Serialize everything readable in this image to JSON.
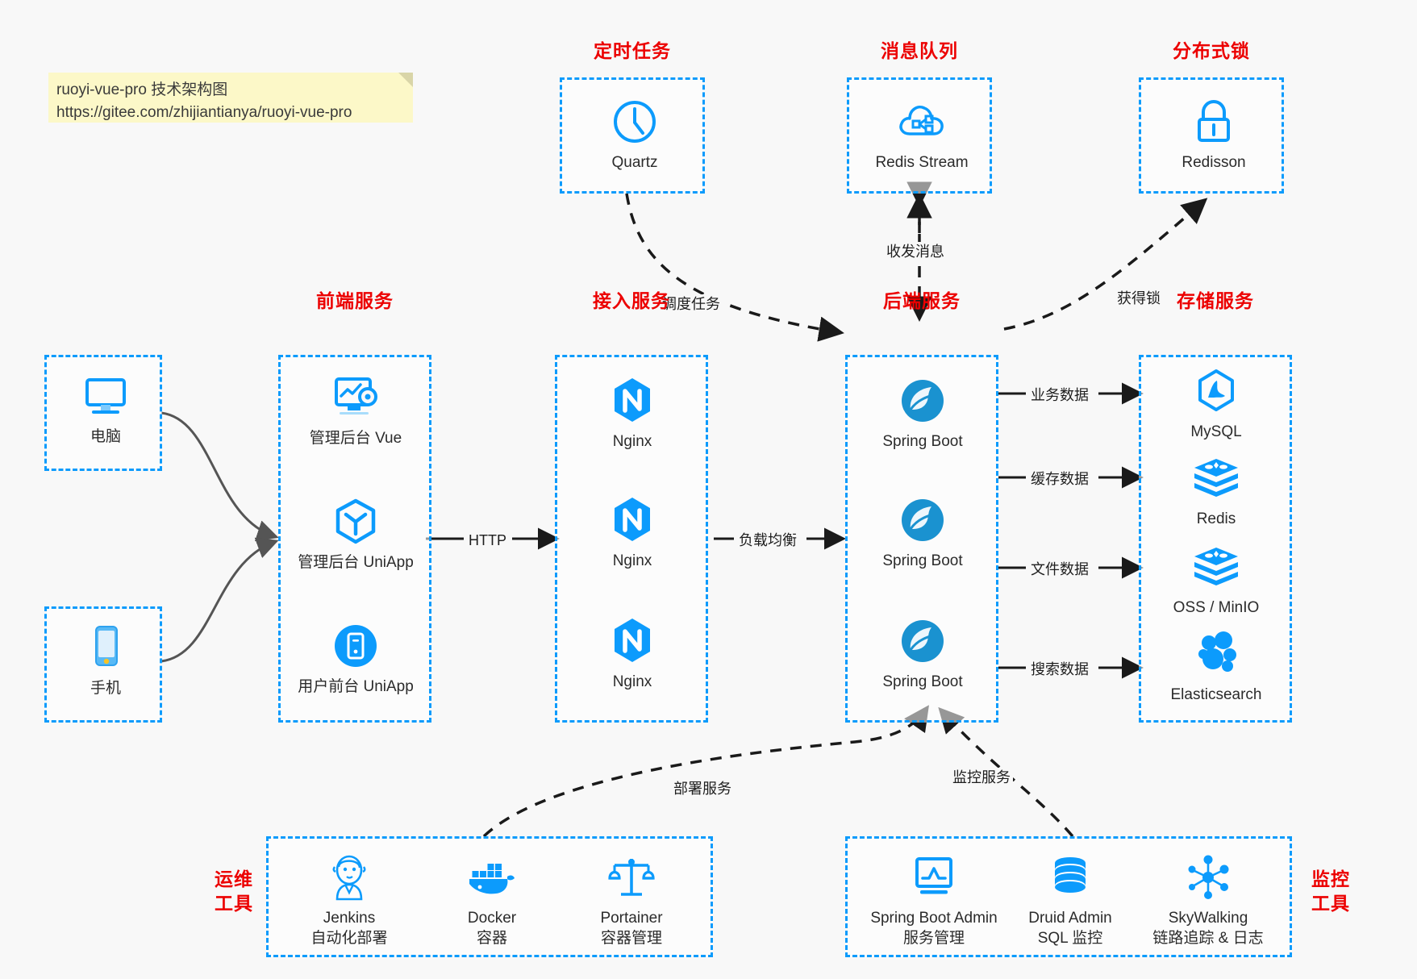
{
  "note": {
    "line1": "ruoyi-vue-pro 技术架构图",
    "line2": "https://gitee.com/zhijiantianya/ruoyi-vue-pro"
  },
  "colors": {
    "group_border": "#0c9bfc",
    "group_title": "#ec0000",
    "icon_blue": "#0c9bfc",
    "caption": "#2b2b2b",
    "note_bg": "#fcf8c8",
    "canvas_bg": "#f8f8f8",
    "arrow_solid": "#1a1a1a",
    "arrow_curve": "#555555"
  },
  "groups": {
    "scheduler": {
      "title": "定时任务",
      "nodes": [
        {
          "label": "Quartz",
          "icon": "clock-icon"
        }
      ]
    },
    "mq": {
      "title": "消息队列",
      "nodes": [
        {
          "label": "Redis Stream",
          "icon": "cloud-stream-icon"
        }
      ]
    },
    "lock": {
      "title": "分布式锁",
      "nodes": [
        {
          "label": "Redisson",
          "icon": "lock-icon"
        }
      ]
    },
    "clients": {
      "nodes": [
        {
          "label": "电脑",
          "icon": "desktop-icon"
        },
        {
          "label": "手机",
          "icon": "mobile-icon"
        }
      ]
    },
    "frontend": {
      "title": "前端服务",
      "nodes": [
        {
          "label": "管理后台 Vue",
          "icon": "dashboard-icon"
        },
        {
          "label": "管理后台 UniApp",
          "icon": "cube-icon"
        },
        {
          "label": "用户前台 UniApp",
          "icon": "app-icon"
        }
      ]
    },
    "gateway": {
      "title": "接入服务",
      "nodes": [
        {
          "label": "Nginx",
          "icon": "nginx-icon"
        },
        {
          "label": "Nginx",
          "icon": "nginx-icon"
        },
        {
          "label": "Nginx",
          "icon": "nginx-icon"
        }
      ]
    },
    "backend": {
      "title": "后端服务",
      "nodes": [
        {
          "label": "Spring Boot",
          "icon": "spring-icon"
        },
        {
          "label": "Spring Boot",
          "icon": "spring-icon"
        },
        {
          "label": "Spring Boot",
          "icon": "spring-icon"
        }
      ]
    },
    "storage": {
      "title": "存储服务",
      "nodes": [
        {
          "label": "MySQL",
          "icon": "mysql-icon"
        },
        {
          "label": "Redis",
          "icon": "redis-icon"
        },
        {
          "label": "OSS / MinIO",
          "icon": "oss-icon"
        },
        {
          "label": "Elasticsearch",
          "icon": "elasticsearch-icon"
        }
      ]
    },
    "devops": {
      "title": "运维\n工具",
      "title_lines": [
        "运维",
        "工具"
      ],
      "nodes": [
        {
          "label": "Jenkins",
          "sub": "自动化部署",
          "icon": "jenkins-icon"
        },
        {
          "label": "Docker",
          "sub": "容器",
          "icon": "docker-icon"
        },
        {
          "label": "Portainer",
          "sub": "容器管理",
          "icon": "scales-icon"
        }
      ]
    },
    "monitor": {
      "title_lines": [
        "监控",
        "工具"
      ],
      "nodes": [
        {
          "label": "Spring Boot Admin",
          "sub": "服务管理",
          "icon": "monitor-chart-icon"
        },
        {
          "label": "Druid Admin",
          "sub": "SQL 监控",
          "icon": "database-icon"
        },
        {
          "label": "SkyWalking",
          "sub": "链路追踪 & 日志",
          "icon": "skywalking-icon"
        }
      ]
    }
  },
  "edges": [
    {
      "id": "http",
      "label": "HTTP"
    },
    {
      "id": "lb",
      "label": "负载均衡"
    },
    {
      "id": "biz",
      "label": "业务数据"
    },
    {
      "id": "cache",
      "label": "缓存数据"
    },
    {
      "id": "file",
      "label": "文件数据"
    },
    {
      "id": "search",
      "label": "搜索数据"
    },
    {
      "id": "schedule",
      "label": "调度任务"
    },
    {
      "id": "message",
      "label": "收发消息"
    },
    {
      "id": "getlock",
      "label": "获得锁"
    },
    {
      "id": "deploy",
      "label": "部署服务"
    },
    {
      "id": "monitor",
      "label": "监控服务"
    }
  ]
}
